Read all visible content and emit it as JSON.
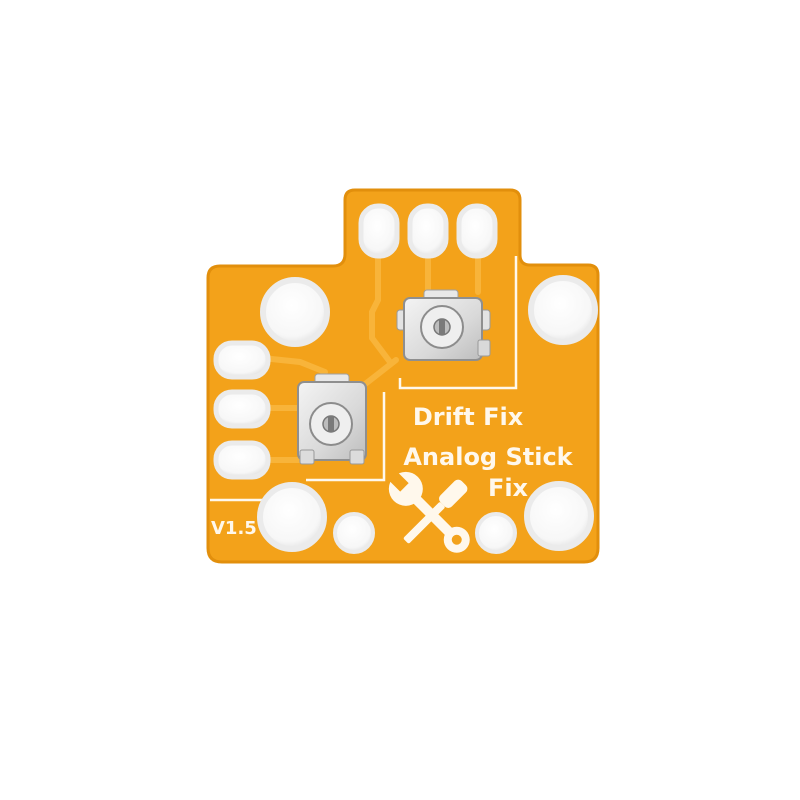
{
  "board": {
    "title": "Drift Fix",
    "subtitle_line1": "Analog Stick",
    "subtitle_line2": "Fix",
    "version": "V1.5",
    "colors": {
      "solder_mask": "#f3a21a",
      "solder_mask_dark": "#e28f0c",
      "trace": "#f8b43a",
      "silkscreen": "#fff8ec",
      "pad": "#ececec",
      "background": "#ffffff"
    },
    "icons": {
      "tools": "wrench-screwdriver-icon",
      "potentiometer": "trim-potentiometer-icon"
    }
  }
}
